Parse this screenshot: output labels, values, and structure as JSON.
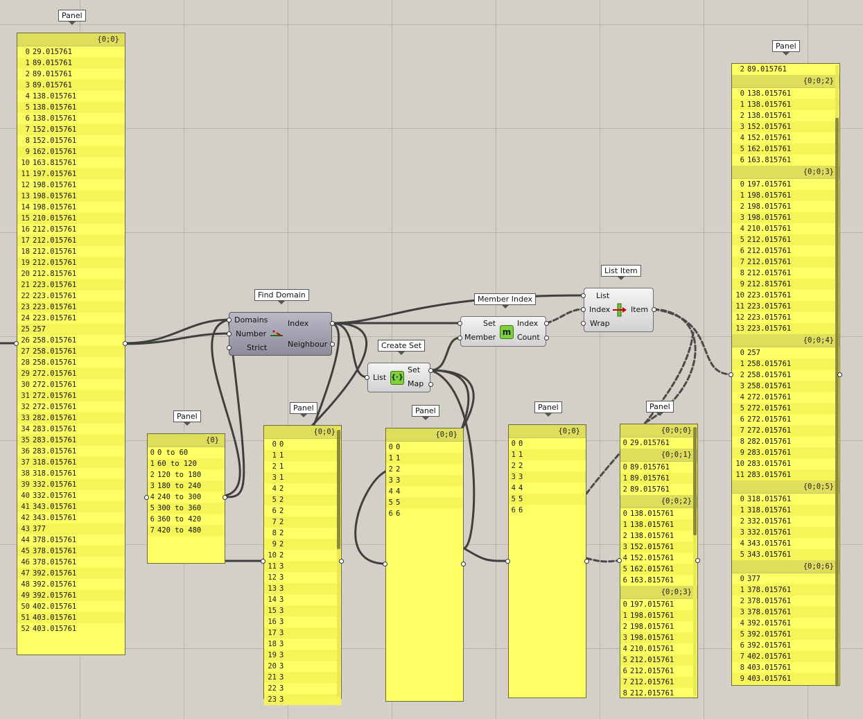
{
  "panel_label": "Panel",
  "components": {
    "find_domain": {
      "title": "Find Domain",
      "inputs": [
        "Domains",
        "Number",
        "Strict"
      ],
      "outputs": [
        "Index",
        "Neighbour"
      ]
    },
    "member_index": {
      "title": "Member Index",
      "inputs": [
        "Set",
        "Member"
      ],
      "outputs": [
        "Index",
        "Count"
      ]
    },
    "list_item": {
      "title": "List Item",
      "inputs": [
        "List",
        "Index",
        "Wrap"
      ],
      "outputs": [
        "Item"
      ]
    },
    "create_set": {
      "title": "Create Set",
      "inputs": [
        "List"
      ],
      "outputs": [
        "Set",
        "Map"
      ]
    }
  },
  "panels": {
    "numbers": {
      "path": "{0;0}",
      "values": [
        "29.015761",
        "89.015761",
        "89.015761",
        "89.015761",
        "138.015761",
        "138.015761",
        "138.015761",
        "152.015761",
        "152.015761",
        "162.015761",
        "163.815761",
        "197.015761",
        "198.015761",
        "198.015761",
        "198.015761",
        "210.015761",
        "212.015761",
        "212.015761",
        "212.015761",
        "212.015761",
        "212.815761",
        "223.015761",
        "223.015761",
        "223.015761",
        "223.015761",
        "257",
        "258.015761",
        "258.015761",
        "258.015761",
        "272.015761",
        "272.015761",
        "272.015761",
        "272.015761",
        "282.015761",
        "283.015761",
        "283.015761",
        "283.015761",
        "318.015761",
        "318.015761",
        "332.015761",
        "332.015761",
        "343.015761",
        "343.015761",
        "377",
        "378.015761",
        "378.015761",
        "378.015761",
        "392.015761",
        "392.015761",
        "392.015761",
        "402.015761",
        "403.015761",
        "403.015761"
      ]
    },
    "domains": {
      "path": "{0}",
      "values": [
        "0 to 60",
        "60 to 120",
        "120 to 180",
        "180 to 240",
        "240 to 300",
        "300 to 360",
        "360 to 420",
        "420 to 480"
      ]
    },
    "indices": {
      "path": "{0;0}",
      "values": [
        "0",
        "1",
        "1",
        "1",
        "2",
        "2",
        "2",
        "2",
        "2",
        "2",
        "2",
        "3",
        "3",
        "3",
        "3",
        "3",
        "3",
        "3",
        "3",
        "3",
        "3",
        "3",
        "3",
        "3"
      ]
    },
    "set": {
      "path": "{0;0}",
      "values": [
        "0",
        "1",
        "2",
        "3",
        "4",
        "5",
        "6"
      ]
    },
    "member": {
      "path": "{0;0}",
      "values": [
        "0",
        "1",
        "2",
        "3",
        "4",
        "5",
        "6"
      ]
    },
    "grouped": {
      "groups": [
        {
          "path": "{0;0;0}",
          "values": [
            "29.015761"
          ]
        },
        {
          "path": "{0;0;1}",
          "values": [
            "89.015761",
            "89.015761",
            "89.015761"
          ]
        },
        {
          "path": "{0;0;2}",
          "values": [
            "138.015761",
            "138.015761",
            "138.015761",
            "152.015761",
            "152.015761",
            "162.015761",
            "163.815761"
          ]
        },
        {
          "path": "{0;0;3}",
          "values": [
            "197.015761",
            "198.015761",
            "198.015761",
            "198.015761",
            "210.015761",
            "212.015761",
            "212.015761",
            "212.015761",
            "212.015761"
          ]
        }
      ]
    },
    "big": {
      "lead": {
        "index": "2",
        "value": "89.015761"
      },
      "groups": [
        {
          "path": "{0;0;2}",
          "values": [
            "138.015761",
            "138.015761",
            "138.015761",
            "152.015761",
            "152.015761",
            "162.015761",
            "163.815761"
          ]
        },
        {
          "path": "{0;0;3}",
          "values": [
            "197.015761",
            "198.015761",
            "198.015761",
            "198.015761",
            "210.015761",
            "212.015761",
            "212.015761",
            "212.015761",
            "212.015761",
            "212.815761",
            "223.015761",
            "223.015761",
            "223.015761",
            "223.015761"
          ]
        },
        {
          "path": "{0;0;4}",
          "values": [
            "257",
            "258.015761",
            "258.015761",
            "258.015761",
            "272.015761",
            "272.015761",
            "272.015761",
            "272.015761",
            "282.015761",
            "283.015761",
            "283.015761",
            "283.015761"
          ]
        },
        {
          "path": "{0;0;5}",
          "values": [
            "318.015761",
            "318.015761",
            "332.015761",
            "332.015761",
            "343.015761",
            "343.015761"
          ]
        },
        {
          "path": "{0;0;6}",
          "values": [
            "377",
            "378.015761",
            "378.015761",
            "378.015761",
            "392.015761",
            "392.015761",
            "392.015761",
            "402.015761",
            "403.015761",
            "403.015761"
          ]
        }
      ]
    }
  }
}
